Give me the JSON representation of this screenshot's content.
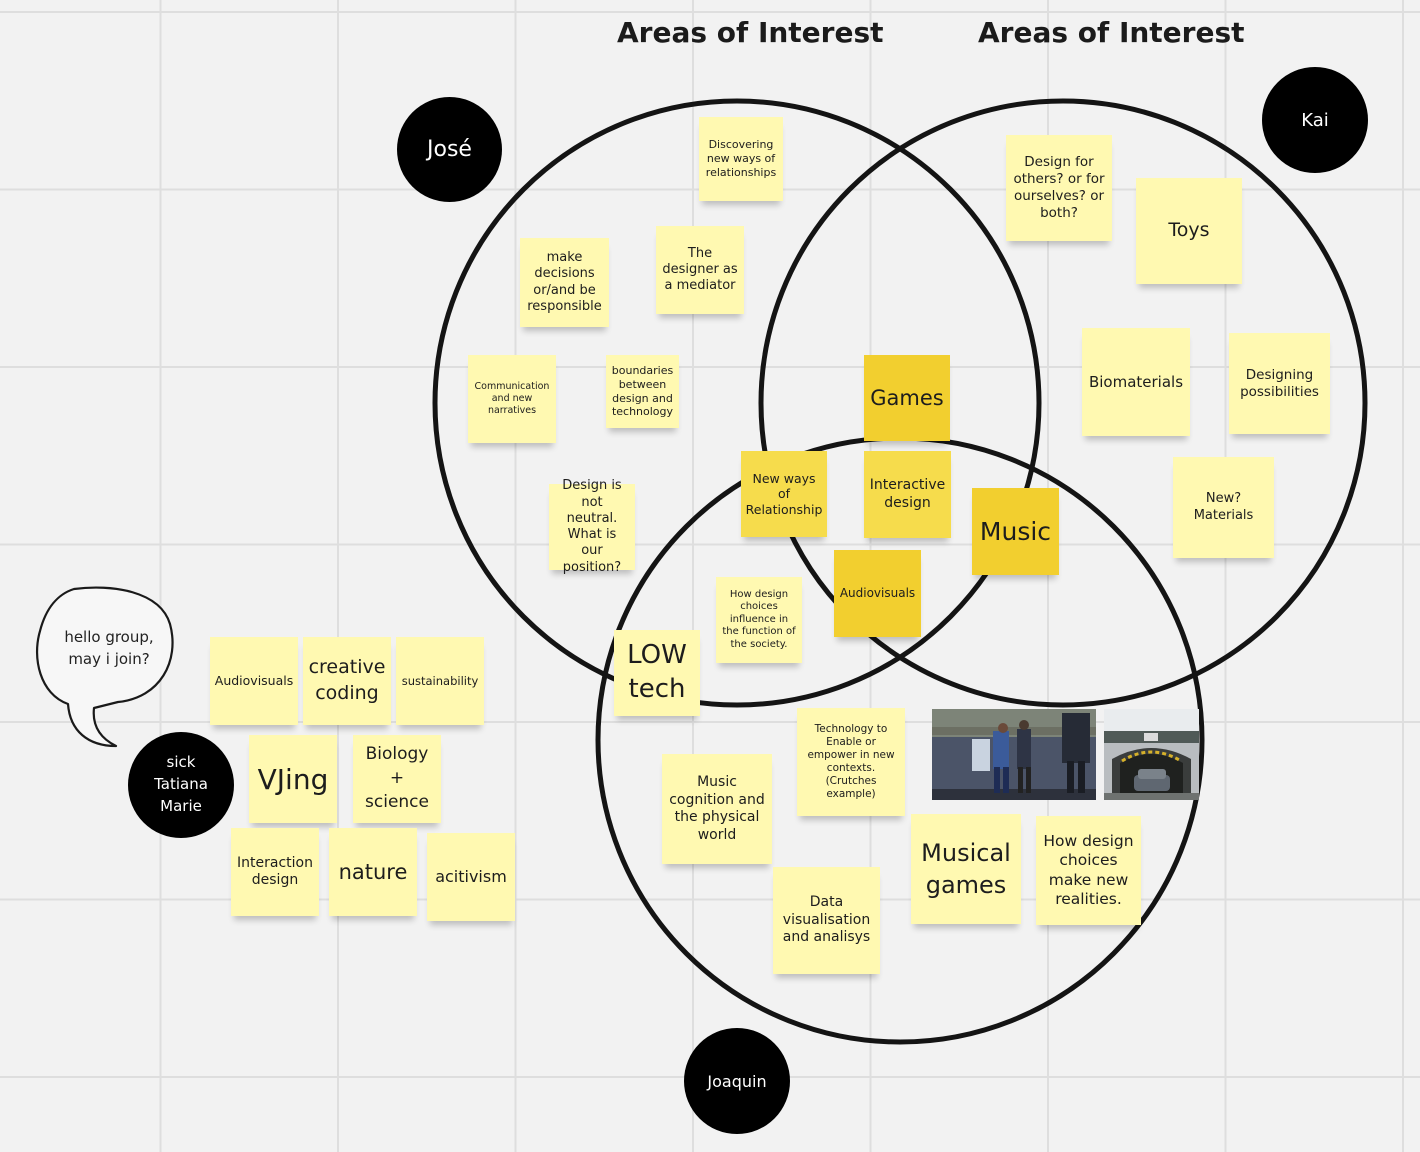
{
  "headers": {
    "left": "Areas of Interest",
    "right": "Areas of Interest"
  },
  "avatars": {
    "jose": "José",
    "kai": "Kai",
    "joaquin": "Joaquin",
    "tatiana": "sick\nTatiana\nMarie"
  },
  "speech_bubble": "hello group,\nmay i join?",
  "notes": {
    "discovering": "Discovering new ways of relationships",
    "make_decisions": "make decisions or/and  be responsible",
    "designer_mediator": "The designer as a mediator",
    "communication": "Communication and new narratives",
    "boundaries": "boundaries between design and technology",
    "not_neutral": "Design is not neutral. What is our position?",
    "design_for_others": "Design for others? or for ourselves? or both?",
    "toys": "Toys",
    "biomaterials": "Biomaterials",
    "designing_possibilities": "Designing possibilities",
    "new_materials": "New?\nMaterials",
    "games": "Games",
    "new_ways_relationship": "New ways of Relationship",
    "interactive_design": "Interactive design",
    "music": "Music",
    "audiovisuals_center": "Audiovisuals",
    "how_choices_influence": "How design choices influence in the function of the society.",
    "low_tech": "LOW\ntech",
    "technology_enable": "Technology to Enable or empower in new contexts. (Crutches example)",
    "music_cognition": "Music cognition and the physical world",
    "data_visualisation": "Data visualisation and analisys",
    "musical_games": "Musical games",
    "how_choices_realities": "How design choices make new realities.",
    "audiovisuals_side": "Audiovisuals",
    "creative_coding": "creative coding",
    "sustainability": "sustainability",
    "vjing": "VJing",
    "biology_science": "Biology\n+\nscience",
    "interaction_design": "Interaction design",
    "nature": "nature",
    "acitivism": "acitivism"
  },
  "colors": {
    "sticky_light": "#fff9b1",
    "sticky_medium": "#f6dc4c",
    "sticky_dark": "#f2cf2f",
    "circle_stroke": "#141414",
    "avatar": "#000000"
  }
}
